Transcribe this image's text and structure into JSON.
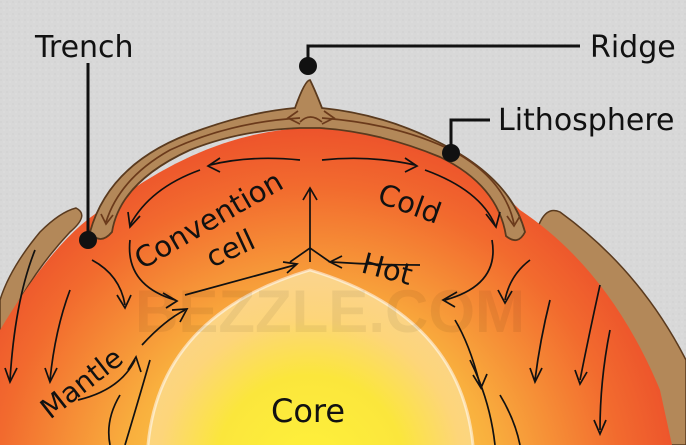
{
  "labels": {
    "trench": "Trench",
    "ridge": "Ridge",
    "lithosphere": "Lithosphere",
    "convention": "Convention",
    "cell": "cell",
    "cold": "Cold",
    "hot": "Hot",
    "mantle": "Mantle",
    "core": "Core"
  },
  "watermark": "BEZZLE.COM",
  "colors": {
    "background": "#d9d9d9",
    "mantle_outer": "#ec4a28",
    "mantle_inner": "#f79a3a",
    "core_outer": "#fcd250",
    "core_inner": "#fbf13a",
    "lithosphere": "#b38859",
    "lithosphere_outline": "#5a3a1e"
  }
}
